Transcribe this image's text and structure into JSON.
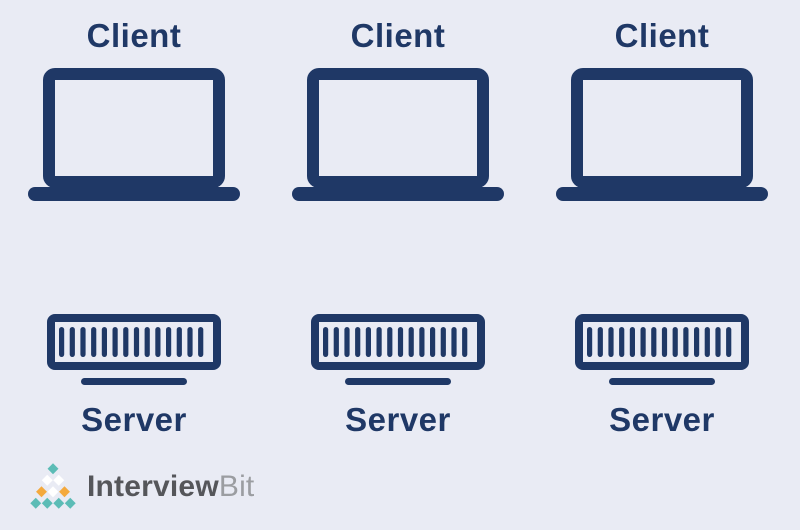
{
  "theme": {
    "bg": "#E9EBF4",
    "navy": "#1F3866",
    "brand_teal": "#5CBCB6",
    "brand_orange": "#F4A93D",
    "brand_white": "#FFFFFF",
    "brand_text_dark": "#55565A",
    "brand_text_light": "#9B9DA1"
  },
  "diagram": {
    "clients": [
      {
        "label": "Client"
      },
      {
        "label": "Client"
      },
      {
        "label": "Client"
      }
    ],
    "servers": [
      {
        "label": "Server"
      },
      {
        "label": "Server"
      },
      {
        "label": "Server"
      }
    ]
  },
  "logo": {
    "primary": "Interview",
    "secondary": "Bit"
  }
}
